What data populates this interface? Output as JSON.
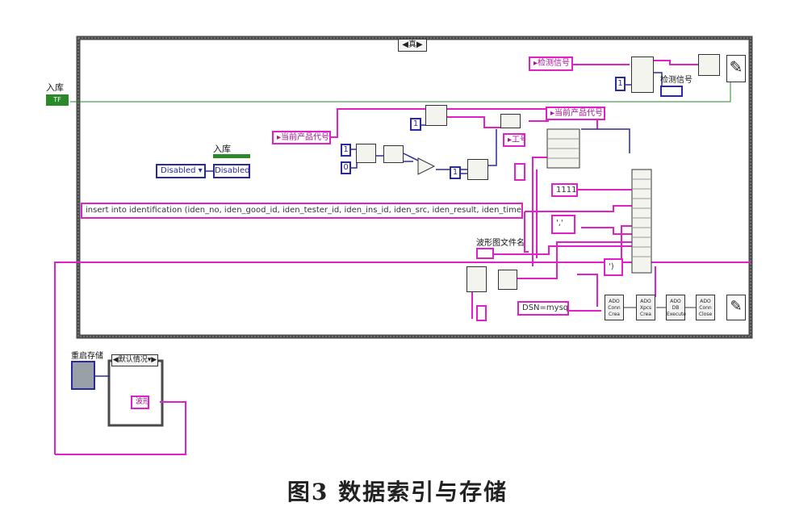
{
  "case_selector": "真",
  "input_label": "入库",
  "input_value": "TF",
  "ruku_label": "入库",
  "disabled_const": "Disabled",
  "disabled_indicator": "Disabled",
  "identify_label_top": "检测信号",
  "current_product_code_1": "当前产品代号",
  "current_product_code_2": "当前产品代号",
  "work_order_label": "工号",
  "identify_result_label": "检测信号",
  "sql_text": "insert into identification (iden_no, iden_good_id, iden_tester_id, iden_ins_id, iden_src, iden_result, iden_time) values ('",
  "waveform_file_label": "波形图文件名",
  "const_1111": "1111",
  "const_comma": "','",
  "const_tick": "')",
  "const_1a": "1",
  "const_1b": "1",
  "const_1c": "1",
  "const_1d": "1",
  "const_0": "0",
  "dsn_text": "DSN=mysqldb",
  "bottom_group_label": "重启存储",
  "bottom_case": "默认情况",
  "bottom_indicator": "波形",
  "db_blocks": [
    "Conn Crea",
    "Xpcs Crea",
    "DB Execute",
    "Conn Close"
  ],
  "caption": "图3   数据索引与存储",
  "colors": {
    "string_wire": "#e020c8",
    "numeric_wire": "#2a2aa0",
    "bool_wire": "#2a8a2a",
    "frame": "#555555"
  }
}
